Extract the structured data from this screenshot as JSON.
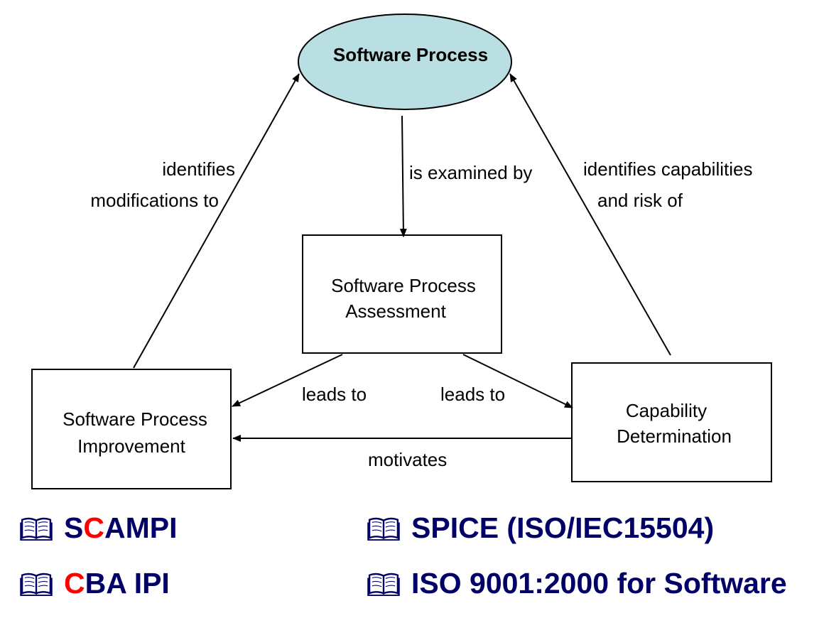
{
  "nodes": {
    "software_process": "Software Process",
    "assessment": [
      "Software Process",
      "Assessment"
    ],
    "improvement": [
      "Software Process",
      "Improvement"
    ],
    "capability": [
      "Capability",
      "Determination"
    ]
  },
  "edges": {
    "examined_by": "is examined by",
    "identifies_modifications": [
      "identifies",
      "modifications to"
    ],
    "identifies_capabilities": [
      "identifies capabilities",
      "and risk of"
    ],
    "leads_to_left": "leads to",
    "leads_to_right": "leads to",
    "motivates": "motivates"
  },
  "references": {
    "scampi": {
      "highlight": "C",
      "pre": "S",
      "post": "AMPI"
    },
    "cba": {
      "highlight": "C",
      "post": "BA IPI"
    },
    "spice": "SPICE (ISO/IEC15504)",
    "iso": "ISO 9001:2000 for Software"
  },
  "colors": {
    "ellipse_fill": "#b9dfe3",
    "text_navy": "#000066",
    "highlight_red": "#ff0000"
  }
}
